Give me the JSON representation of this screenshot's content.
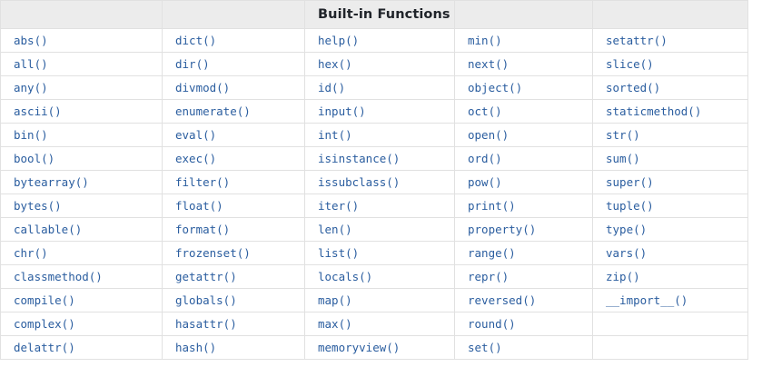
{
  "table": {
    "title": "Built-in Functions",
    "title_column_index": 2,
    "columns": 5,
    "rows": 14,
    "header_cells": [
      "",
      "",
      "Built-in Functions",
      "",
      ""
    ],
    "colors": {
      "header_background": "#ececec",
      "header_text": "#20242a",
      "cell_background": "#ffffff",
      "link_text": "#2a5d9f",
      "border": "#e1e1e1",
      "page_background": "#ffffff"
    },
    "body_rows": [
      [
        "abs()",
        "dict()",
        "help()",
        "min()",
        "setattr()"
      ],
      [
        "all()",
        "dir()",
        "hex()",
        "next()",
        "slice()"
      ],
      [
        "any()",
        "divmod()",
        "id()",
        "object()",
        "sorted()"
      ],
      [
        "ascii()",
        "enumerate()",
        "input()",
        "oct()",
        "staticmethod()"
      ],
      [
        "bin()",
        "eval()",
        "int()",
        "open()",
        "str()"
      ],
      [
        "bool()",
        "exec()",
        "isinstance()",
        "ord()",
        "sum()"
      ],
      [
        "bytearray()",
        "filter()",
        "issubclass()",
        "pow()",
        "super()"
      ],
      [
        "bytes()",
        "float()",
        "iter()",
        "print()",
        "tuple()"
      ],
      [
        "callable()",
        "format()",
        "len()",
        "property()",
        "type()"
      ],
      [
        "chr()",
        "frozenset()",
        "list()",
        "range()",
        "vars()"
      ],
      [
        "classmethod()",
        "getattr()",
        "locals()",
        "repr()",
        "zip()"
      ],
      [
        "compile()",
        "globals()",
        "map()",
        "reversed()",
        "__import__()"
      ],
      [
        "complex()",
        "hasattr()",
        "max()",
        "round()",
        ""
      ],
      [
        "delattr()",
        "hash()",
        "memoryview()",
        "set()",
        ""
      ]
    ]
  }
}
